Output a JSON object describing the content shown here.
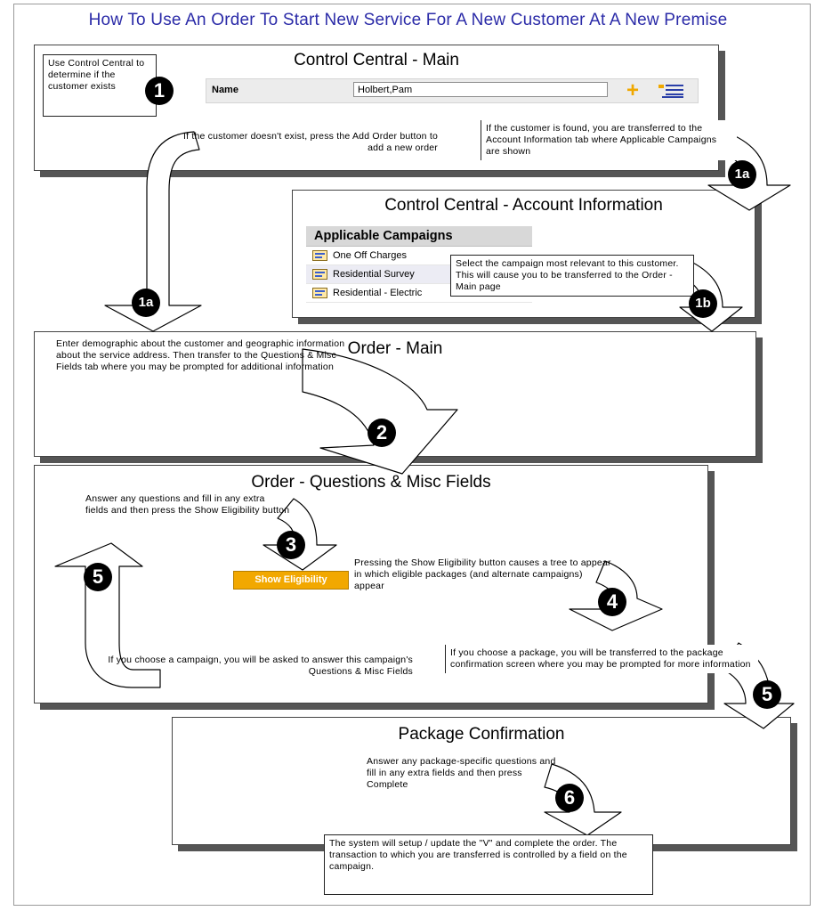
{
  "title": "How To Use An Order To Start New Service For A New Customer At A New Premise",
  "panels": {
    "control_main": {
      "title": "Control Central - Main",
      "name_label": "Name",
      "name_value": "Holbert,Pam",
      "icons": [
        "plus-icon",
        "list-icon"
      ]
    },
    "account_info": {
      "title": "Control Central - Account Information",
      "campaigns_header": "Applicable Campaigns",
      "campaigns": [
        "One Off Charges",
        "Residential Survey",
        "Residential - Electric"
      ],
      "selected_campaign": "Residential Survey"
    },
    "order_main": {
      "title": "Order - Main"
    },
    "order_questions": {
      "title": "Order - Questions & Misc Fields",
      "button": "Show Eligibility"
    },
    "package_confirmation": {
      "title": "Package Confirmation"
    }
  },
  "notes": {
    "n1": "Use Control Central to determine if the customer exists",
    "not_exist": "If the customer doesn't exist, press the Add Order button to add a new order",
    "found": "If the customer is found, you are transferred to the Account Information tab where Applicable Campaigns are shown",
    "select_campaign": "Select the campaign most relevant to this customer.  This will cause you to be transferred to the Order - Main page",
    "demographic": "Enter demographic about the customer and geographic information about the  service address. Then transfer to the Questions & Misc Fields tab where you may be prompted for additional information",
    "answer_questions": "Answer any questions and fill in any extra fields and then press the Show Eligibility button",
    "pressing": "Pressing the Show Eligibility button causes a tree to appear in which eligible packages (and alternate campaigns) appear",
    "choose_campaign": "If you choose a campaign, you will be asked to answer this campaign's Questions & Misc Fields",
    "choose_package": "If you choose a package, you will be transferred to the package confirmation screen where you may be prompted for more information",
    "package_questions": "Answer any package-specific questions and fill in any extra fields and then press Complete",
    "system_setup": "The system will setup / update the \"V\" and complete the order.  The transaction to which you are transferred is controlled by a field on the campaign."
  },
  "badges": {
    "b1": "1",
    "b1a_right": "1a",
    "b1a_left": "1a",
    "b1b": "1b",
    "b2": "2",
    "b3": "3",
    "b4": "4",
    "b5_left": "5",
    "b5_right": "5",
    "b6": "6"
  }
}
